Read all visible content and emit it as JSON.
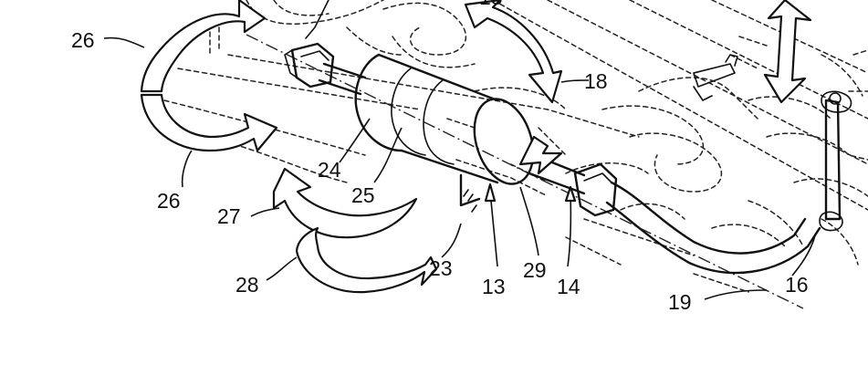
{
  "labels": {
    "l26a": "26",
    "l26b": "26",
    "l18top": "18",
    "l18": "18",
    "l24": "24",
    "l25": "25",
    "l27": "27",
    "l28": "28",
    "l23": "23",
    "l13": "13",
    "l29": "29",
    "l14": "14",
    "l19": "19",
    "l16": "16"
  }
}
